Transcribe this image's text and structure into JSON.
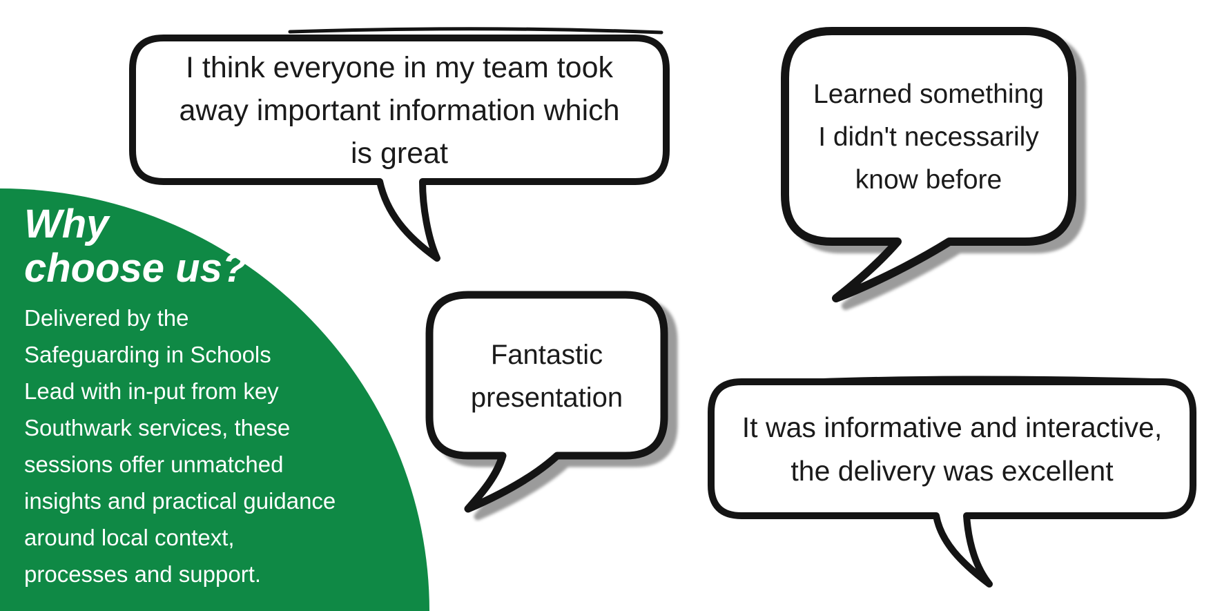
{
  "panel": {
    "heading": "Why\nchoose us?",
    "body": "Delivered by the\nSafeguarding in Schools\nLead with in-put from key\nSouthwark services, these\nsessions offer unmatched\ninsights and practical guidance\naround local context,\nprocesses and support.",
    "background_color": "#0f8945",
    "text_color": "#ffffff"
  },
  "testimonials": [
    {
      "position": "top-left",
      "text": "I think everyone in my team took\naway important information which\nis great"
    },
    {
      "position": "top-right",
      "text": "Learned something\nI didn't necessarily\nknow before"
    },
    {
      "position": "middle",
      "text": "Fantastic\npresentation"
    },
    {
      "position": "bottom-right",
      "text": "It was informative and interactive,\nthe delivery was excellent"
    }
  ],
  "colors": {
    "green": "#0f8945",
    "bubble-fill": "#ffffff",
    "bubble-stroke": "#141414",
    "bubble-shadow": "#9b9b9b",
    "quote-text": "#1a1a1a",
    "panel-text": "#ffffff",
    "canvas-bg": "#ffffff"
  }
}
